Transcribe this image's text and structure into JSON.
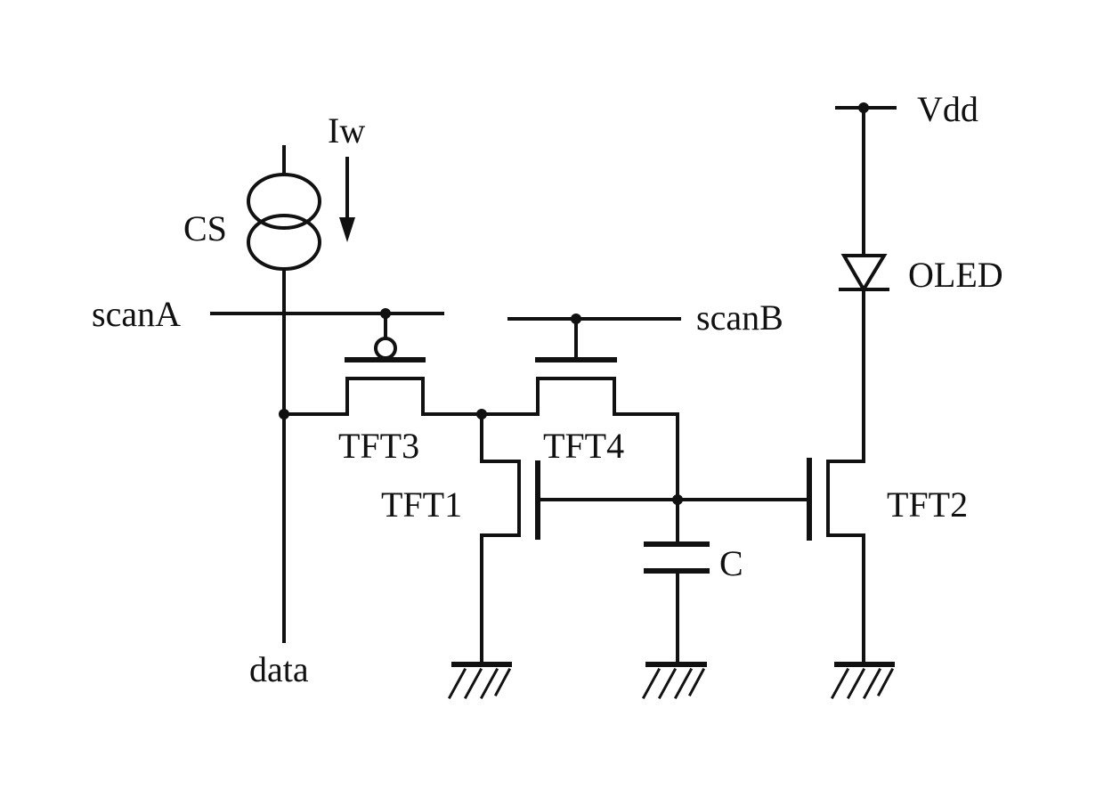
{
  "labels": {
    "current_source": "CS",
    "write_current": "Iw",
    "supply": "Vdd",
    "diode": "OLED",
    "scan_a": "scanA",
    "scan_b": "scanB",
    "tft1": "TFT1",
    "tft2": "TFT2",
    "tft3": "TFT3",
    "tft4": "TFT4",
    "capacitor": "C",
    "data_line": "data"
  }
}
